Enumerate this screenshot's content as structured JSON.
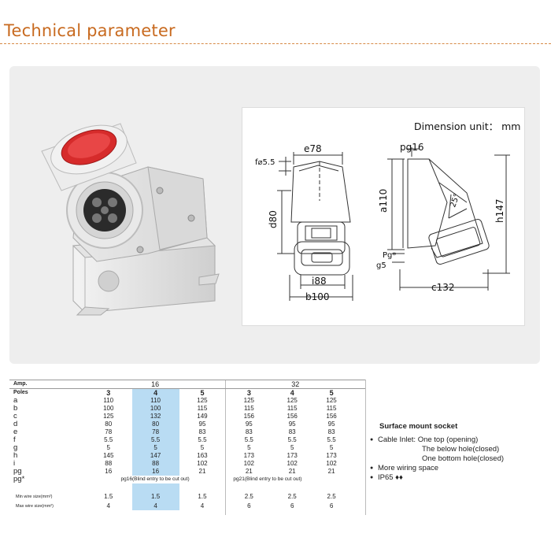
{
  "header": {
    "title": "Technical parameter"
  },
  "drawing": {
    "unit_label": "Dimension unit： mm",
    "labels": {
      "e": "e78",
      "f": "f⌀5.5",
      "d": "d80",
      "i": "i88",
      "b": "b100",
      "pg": "pg16",
      "a": "a110",
      "h": "h147",
      "pg_star": "Pg*",
      "g": "g5",
      "c": "c132",
      "angle": "25°"
    }
  },
  "table": {
    "amp_label": "Amp.",
    "amp_16": "16",
    "amp_32": "32",
    "poles_label": "Poles",
    "poles_16": [
      "3",
      "4",
      "5"
    ],
    "poles_32": [
      "3",
      "4",
      "5"
    ],
    "rows": [
      {
        "label": "a",
        "v16": [
          "110",
          "110",
          "125"
        ],
        "v32": [
          "125",
          "125",
          "125"
        ]
      },
      {
        "label": "b",
        "v16": [
          "100",
          "100",
          "115"
        ],
        "v32": [
          "115",
          "115",
          "115"
        ]
      },
      {
        "label": "c",
        "v16": [
          "125",
          "132",
          "149"
        ],
        "v32": [
          "156",
          "156",
          "156"
        ]
      },
      {
        "label": "d",
        "v16": [
          "80",
          "80",
          "95"
        ],
        "v32": [
          "95",
          "95",
          "95"
        ]
      },
      {
        "label": "e",
        "v16": [
          "78",
          "78",
          "83"
        ],
        "v32": [
          "83",
          "83",
          "83"
        ]
      },
      {
        "label": "f",
        "v16": [
          "5.5",
          "5.5",
          "5.5"
        ],
        "v32": [
          "5.5",
          "5.5",
          "5.5"
        ]
      },
      {
        "label": "g",
        "v16": [
          "5",
          "5",
          "5"
        ],
        "v32": [
          "5",
          "5",
          "5"
        ]
      },
      {
        "label": "h",
        "v16": [
          "145",
          "147",
          "163"
        ],
        "v32": [
          "173",
          "173",
          "173"
        ]
      },
      {
        "label": "i",
        "v16": [
          "88",
          "88",
          "102"
        ],
        "v32": [
          "102",
          "102",
          "102"
        ]
      },
      {
        "label": "pg",
        "v16": [
          "16",
          "16",
          "21"
        ],
        "v32": [
          "21",
          "21",
          "21"
        ]
      }
    ],
    "pgstar_label": "pg*",
    "pgstar_16": "pg16(Blind entry to be cut  out)",
    "pgstar_32": "pg21(Blind entry to be cut  out)",
    "min_label": "Min wire size(mm²)",
    "min_16": [
      "1.5",
      "1.5",
      "1.5"
    ],
    "min_32": [
      "2.5",
      "2.5",
      "2.5"
    ],
    "max_label": "Max wire size(mm²)",
    "max_16": [
      "4",
      "4",
      "4"
    ],
    "max_32": [
      "6",
      "6",
      "6"
    ]
  },
  "notes": {
    "heading": "Surface mount socket",
    "inlet_1": "Cable Inlet: One top (opening)",
    "inlet_2": "The below hole(closed)",
    "inlet_3": "One bottom hole(closed)",
    "wiring": "More wiring space",
    "ip": "IP65 ♦♦"
  }
}
